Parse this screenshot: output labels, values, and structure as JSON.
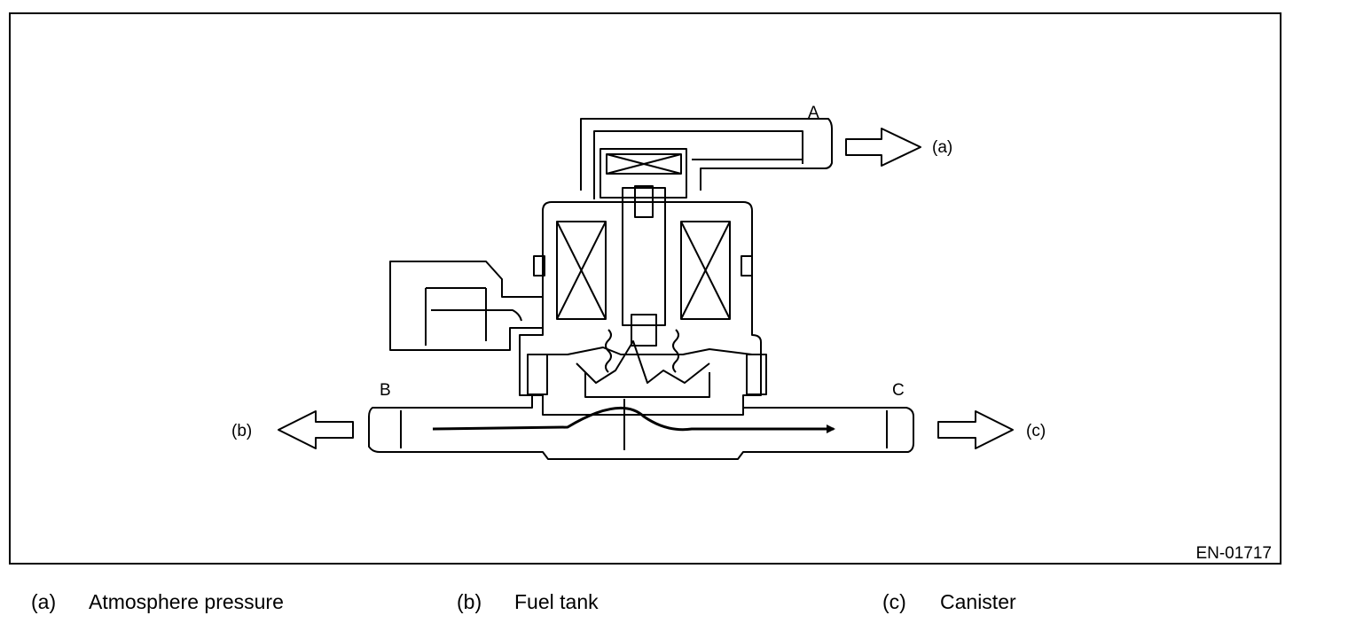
{
  "diagram": {
    "figure_id": "EN-01717",
    "ports": {
      "a": "A",
      "b": "B",
      "c": "C"
    },
    "arrows": {
      "a": "(a)",
      "b": "(b)",
      "c": "(c)"
    }
  },
  "legend": [
    {
      "key": "(a)",
      "label": "Atmosphere pressure"
    },
    {
      "key": "(b)",
      "label": "Fuel tank"
    },
    {
      "key": "(c)",
      "label": "Canister"
    }
  ]
}
